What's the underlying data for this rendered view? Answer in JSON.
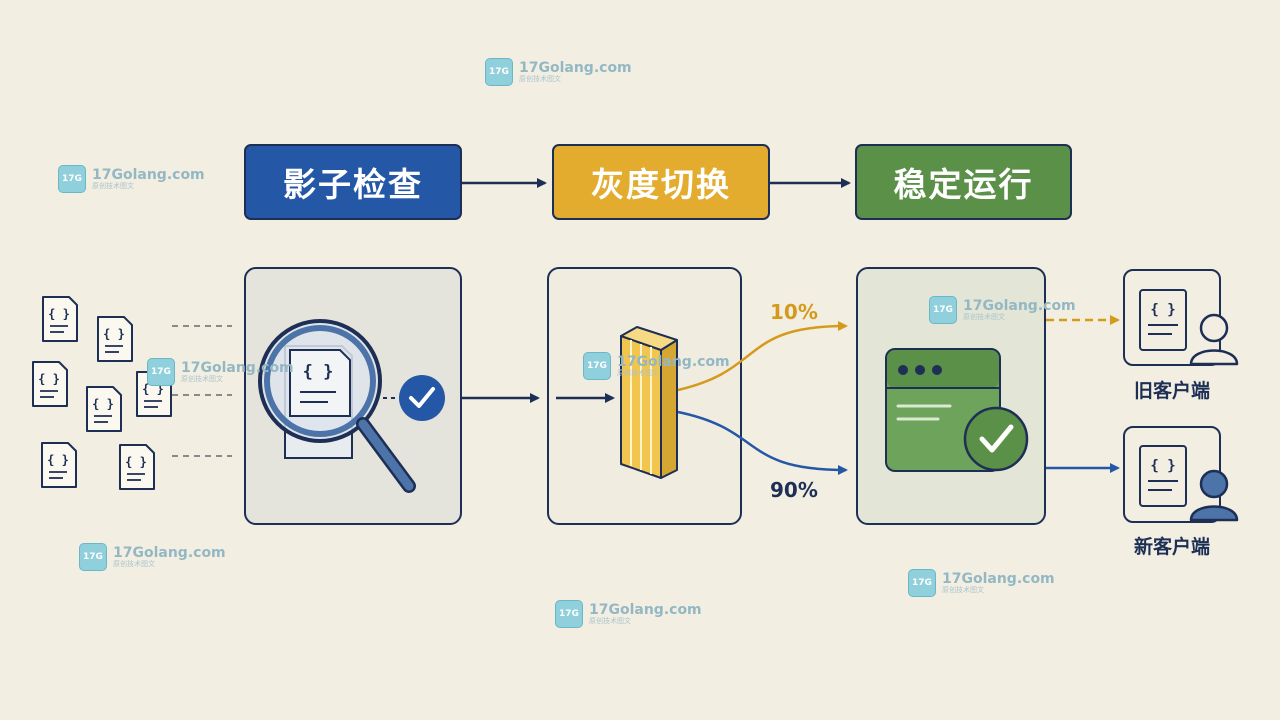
{
  "stages": [
    {
      "label": "影子检查",
      "color": "#2557a7"
    },
    {
      "label": "灰度切换",
      "color": "#e3ac2e"
    },
    {
      "label": "稳定运行",
      "color": "#5b9048"
    }
  ],
  "split": {
    "old_percent": "10%",
    "new_percent": "90%"
  },
  "clients": {
    "old_label": "旧客户端",
    "new_label": "新客户端"
  },
  "watermark": {
    "site": "17Golang.com",
    "tagline": "原创技术图文",
    "logo": "17G"
  },
  "colors": {
    "navy": "#1e2f55",
    "blue": "#2557a7",
    "gold": "#d49a1c",
    "green": "#5b9048",
    "panel_grey": "#e4e3dc",
    "panel_green": "#e3e6d6"
  }
}
